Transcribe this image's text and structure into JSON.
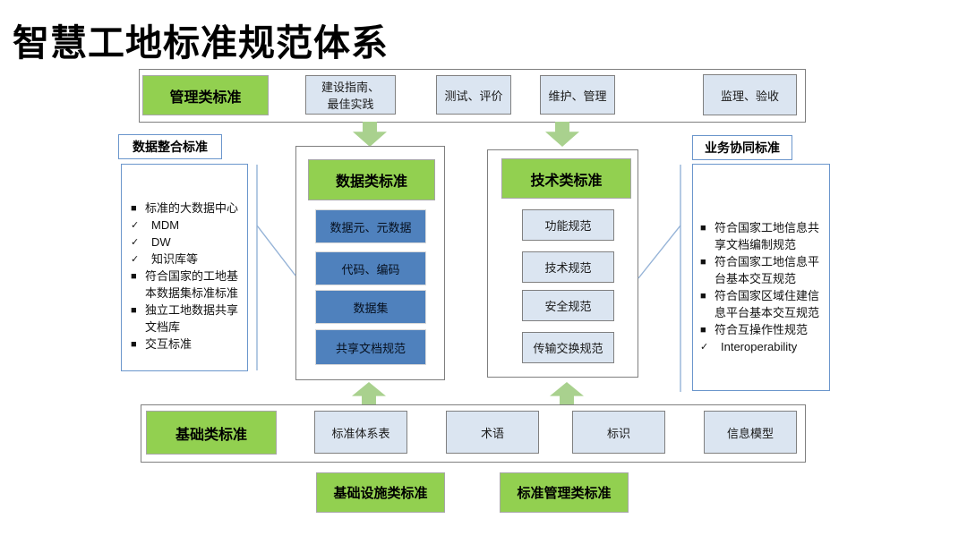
{
  "title": "智慧工地标准规范体系",
  "colors": {
    "green": "#92d050",
    "arrow_green": "#a9d18e",
    "blue": "#4f81bd",
    "light_blue": "#dbe5f1",
    "container_border": "#7f7f7f",
    "box_border": "#808080",
    "green_border": "#a6a6a6",
    "side_border": "#6b96cc",
    "connector": "#95b3d7"
  },
  "management_row": {
    "category_label": "管理类标准",
    "items": [
      "建设指南、\n最佳实践",
      "测试、评价",
      "维护、管理",
      "监理、验收"
    ]
  },
  "data_integration": {
    "label": "数据整合标准",
    "items": [
      {
        "marker": "■",
        "text": "标准的大数据中心"
      },
      {
        "marker": "✓",
        "text": "MDM"
      },
      {
        "marker": "✓",
        "text": "DW"
      },
      {
        "marker": "✓",
        "text": "知识库等"
      },
      {
        "marker": "■",
        "text": "符合国家的工地基本数据集标准标准"
      },
      {
        "marker": "■",
        "text": "独立工地数据共享文档库"
      },
      {
        "marker": "■",
        "text": "交互标准"
      }
    ]
  },
  "data_standards": {
    "header": "数据类标准",
    "items": [
      "数据元、元数据",
      "代码、编码",
      "数据集",
      "共享文档规范"
    ]
  },
  "tech_standards": {
    "header": "技术类标准",
    "items": [
      "功能规范",
      "技术规范",
      "安全规范",
      "传输交换规范"
    ]
  },
  "business_collab": {
    "label": "业务协同标准",
    "items": [
      {
        "marker": "■",
        "text": "符合国家工地信息共享文档编制规范"
      },
      {
        "marker": "■",
        "text": "符合国家工地信息平台基本交互规范"
      },
      {
        "marker": "■",
        "text": "符合国家区域住建信息平台基本交互规范"
      },
      {
        "marker": "■",
        "text": "符合互操作性规范"
      },
      {
        "marker": "✓",
        "text": "Interoperability"
      }
    ]
  },
  "foundation_row": {
    "category_label": "基础类标准",
    "items": [
      "标准体系表",
      "术语",
      "标识",
      "信息模型"
    ]
  },
  "bottom_boxes": [
    "基础设施类标准",
    "标准管理类标准"
  ]
}
